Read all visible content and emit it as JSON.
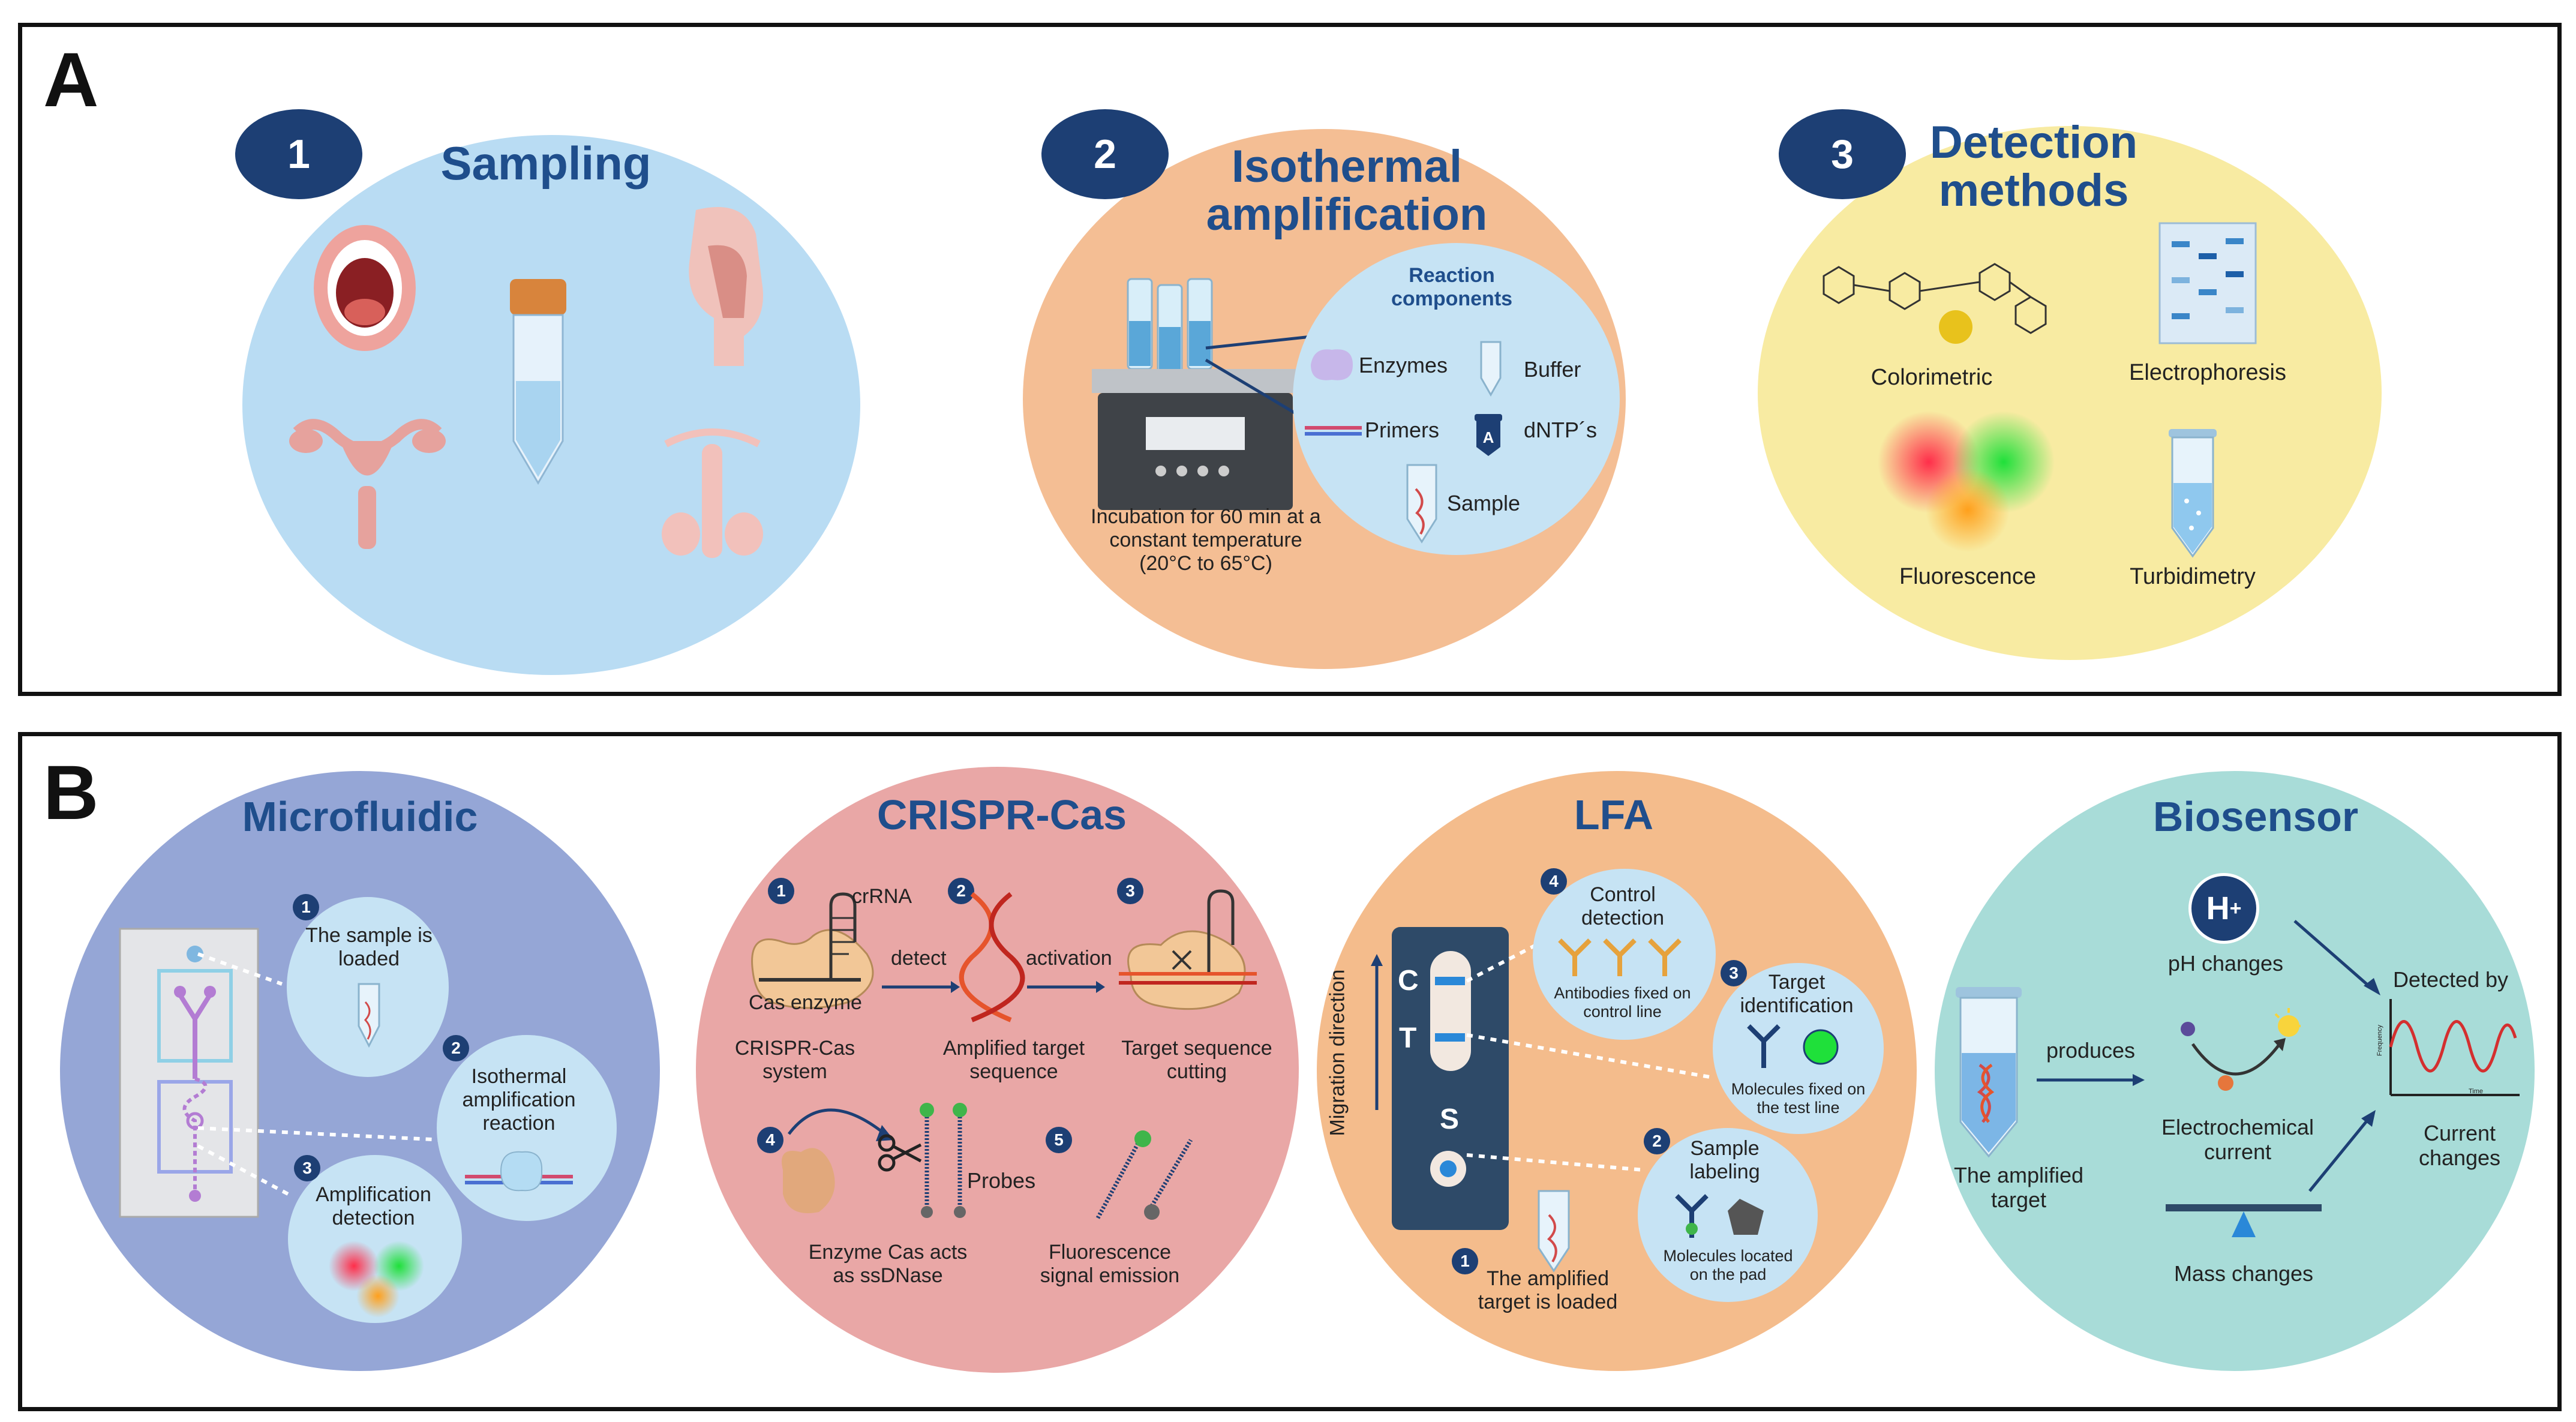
{
  "panelA": {
    "label": "A",
    "steps": [
      {
        "num": "1",
        "title": "Sampling"
      },
      {
        "num": "2",
        "title": "Isothermal amplification"
      },
      {
        "num": "3",
        "title": "Detection methods"
      }
    ],
    "reaction": {
      "title": "Reaction components",
      "items": [
        "Enzymes",
        "Buffer",
        "Primers",
        "dNTP´s",
        "Sample"
      ],
      "dntp_glyph": "A"
    },
    "incubation": "Incubation for 60 min at a constant temperature (20°C to 65°C)",
    "detection": [
      "Colorimetric",
      "Electrophoresis",
      "Fluorescence",
      "Turbidimetry"
    ]
  },
  "panelB": {
    "label": "B",
    "microfluidic": {
      "title": "Microfluidic",
      "steps": [
        {
          "num": "1",
          "text": "The sample is loaded"
        },
        {
          "num": "2",
          "text": "Isothermal amplification reaction"
        },
        {
          "num": "3",
          "text": "Amplification detection"
        }
      ]
    },
    "crispr": {
      "title": "CRISPR-Cas",
      "nums": [
        "1",
        "2",
        "3",
        "4",
        "5"
      ],
      "crrna": "crRNA",
      "cas_enzyme": "Cas enzyme",
      "detect": "detect",
      "activation": "activation",
      "system": "CRISPR-Cas system",
      "amplified": "Amplified target sequence",
      "cutting": "Target sequence cutting",
      "probes": "Probes",
      "ssdnase": "Enzyme Cas acts as ssDNase",
      "fluorescence": "Fluorescence signal emission"
    },
    "lfa": {
      "title": "LFA",
      "migration": "Migration direction",
      "lines": [
        "C",
        "T",
        "S"
      ],
      "control_title": "Control detection",
      "control_sub": "Antibodies fixed on control line",
      "target_title": "Target identification",
      "target_sub": "Molecules fixed on the test line",
      "labeling_title": "Sample labeling",
      "labeling_sub": "Molecules located on the pad",
      "loaded": "The amplified target is loaded",
      "nums": [
        "4",
        "3",
        "2",
        "1"
      ]
    },
    "biosensor": {
      "title": "Biosensor",
      "ion": "H",
      "ion_charge": "+",
      "ph": "pH changes",
      "produces": "produces",
      "detected": "Detected by",
      "amplified": "The amplified target",
      "electrochemical": "Electrochemical current",
      "current": "Current changes",
      "mass": "Mass changes",
      "freq_axis": "Frequency",
      "time_axis": "Time"
    }
  },
  "colors": {
    "badge": "#1d3f74",
    "title": "#1f4e8c",
    "sampling": "#b9dcf3",
    "isothermal": "#f4be94",
    "detection": "#f8eba2",
    "microfluidic": "#95a6d6",
    "crispr": "#e9a7a6",
    "lfa": "#f4bc8c",
    "biosensor": "#a8dcd8"
  }
}
